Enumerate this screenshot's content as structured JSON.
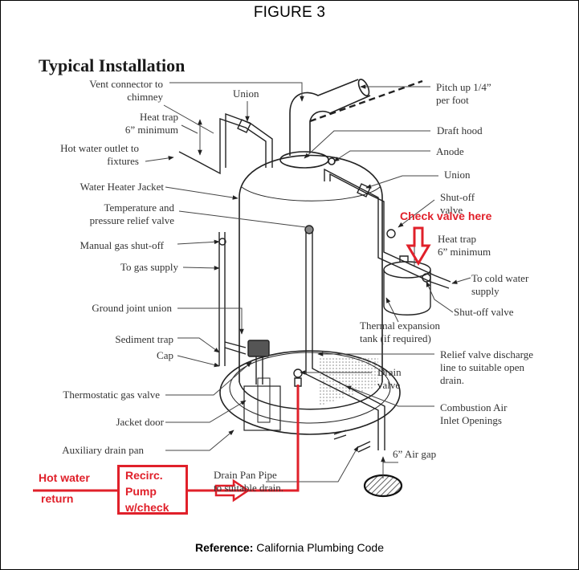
{
  "figure": {
    "title": "FIGURE 3",
    "section_title": "Typical Installation",
    "reference_label": "Reference:",
    "reference_text": "California Plumbing Code"
  },
  "labels": {
    "vent_connector": [
      "Vent connector to",
      "chimney"
    ],
    "union_top": "Union",
    "heat_trap_hot": [
      "Heat trap",
      "6” minimum"
    ],
    "hot_water_outlet": [
      "Hot water outlet to",
      "fixtures"
    ],
    "water_heater_jacket": "Water Heater Jacket",
    "tp_relief_valve": [
      "Temperature and",
      "pressure relief valve"
    ],
    "manual_gas_shutoff": "Manual gas shut-off",
    "to_gas_supply": "To gas supply",
    "ground_joint_union": "Ground joint union",
    "sediment_trap": "Sediment trap",
    "cap": "Cap",
    "thermostatic_gas_valve": "Thermostatic gas valve",
    "jacket_door": "Jacket door",
    "auxiliary_drain_pan": "Auxiliary drain pan",
    "drain_pan_pipe": [
      "Drain Pan Pipe",
      "to suitable drain."
    ],
    "pitch_up": [
      "Pitch up 1/4”",
      "per foot"
    ],
    "draft_hood": "Draft hood",
    "anode": "Anode",
    "union_right": "Union",
    "shutoff_valve_top": [
      "Shut-off",
      "valve"
    ],
    "heat_trap_cold": [
      "Heat trap",
      "6” minimum"
    ],
    "to_cold_water_supply": [
      "To cold water",
      "supply"
    ],
    "shutoff_valve_bottom": "Shut-off valve",
    "thermal_expansion_tank": [
      "Thermal expansion",
      "tank (if required)"
    ],
    "relief_discharge": [
      "Relief valve discharge",
      "line to suitable open",
      "drain."
    ],
    "drain_valve": [
      "Drain",
      "valve"
    ],
    "combustion_air": [
      "Combustion Air",
      "Inlet Openings"
    ],
    "air_gap": "6” Air gap"
  },
  "annotations": {
    "check_valve_here": "Check valve here",
    "hot_water_return": [
      "Hot water",
      "return"
    ],
    "recirc_pump": [
      "Recirc.",
      "Pump",
      "w/check"
    ],
    "accent_color": "#e0202a"
  }
}
